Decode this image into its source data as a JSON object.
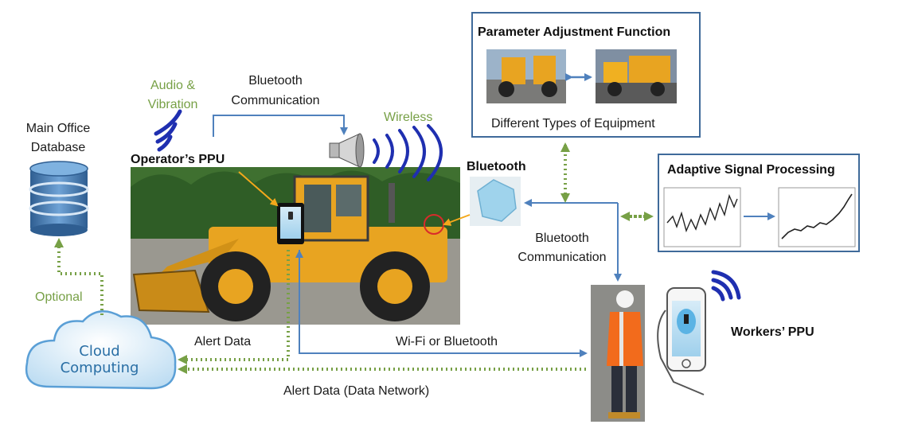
{
  "title": "Parameter Adjustment Function",
  "labels": {
    "main_office_1": "Main Office",
    "main_office_2": "Database",
    "audio_1": "Audio &",
    "audio_2": "Vibration",
    "bt_top_1": "Bluetooth",
    "bt_top_2": "Communication",
    "wireless": "Wireless",
    "operator_ppu": "Operator’s PPU",
    "bluetooth": "Bluetooth",
    "param_title": "Parameter Adjustment Function",
    "equip_types": "Different Types of Equipment",
    "adaptive_title": "Adaptive Signal Processing",
    "bt_mid_1": "Bluetooth",
    "bt_mid_2": "Communication",
    "optional": "Optional",
    "cloud_1": "Cloud",
    "cloud_2": "Computing",
    "alert_data": "Alert Data",
    "wifi_bt": "Wi-Fi or Bluetooth",
    "alert_network": "Alert Data (Data Network)",
    "workers_ppu": "Workers’ PPU"
  },
  "colors": {
    "blue_line": "#4f81bd",
    "green_dotted": "#77a046",
    "signal_blue": "#1f2fb0",
    "box_border": "#3f6a9a",
    "orange_arrow": "#f3a81b",
    "loader_yellow": "#e8a421",
    "red_circle": "#d92b2b"
  }
}
